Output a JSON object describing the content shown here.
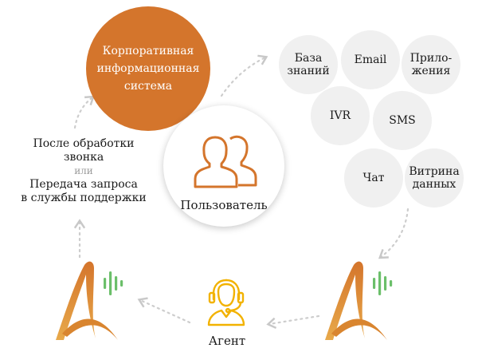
{
  "corporate_system": {
    "lines": [
      "Корпоративная",
      "информационная",
      "система"
    ]
  },
  "user": {
    "label": "Пользователь"
  },
  "channels": [
    {
      "lines": [
        "База",
        "знаний"
      ]
    },
    {
      "lines": [
        "Email"
      ]
    },
    {
      "lines": [
        "Прило-",
        "жения"
      ]
    },
    {
      "lines": [
        "IVR"
      ]
    },
    {
      "lines": [
        "SMS"
      ]
    },
    {
      "lines": [
        "Чат"
      ]
    },
    {
      "lines": [
        "Витрина",
        "данных"
      ]
    }
  ],
  "post_processing": {
    "line1": "После обработки",
    "line2": "звонка",
    "or": "или",
    "line3": "Передача запроса",
    "line4": "в службы поддержки"
  },
  "agent": {
    "label": "Агент",
    "icon": "headset-agent-icon"
  },
  "logo": {
    "icon": "orange-a-logo-icon"
  },
  "colors": {
    "accent": "#d4752c",
    "channel_bg": "#f0f0f0",
    "arrow": "#c8c8c8",
    "muted_text": "#9a9a9a"
  }
}
